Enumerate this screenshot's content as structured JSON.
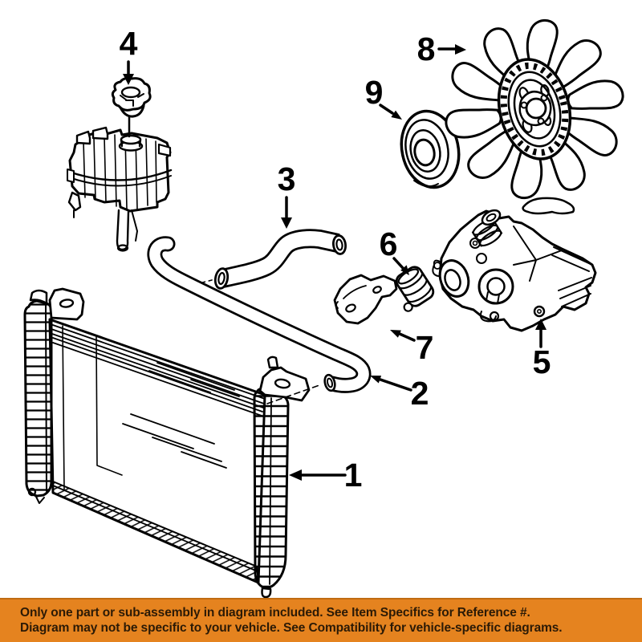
{
  "diagram": {
    "description": "Exploded parts diagram of an engine cooling system"
  },
  "callouts": [
    {
      "label": "1"
    },
    {
      "label": "2"
    },
    {
      "label": "3"
    },
    {
      "label": "4"
    },
    {
      "label": "5"
    },
    {
      "label": "6"
    },
    {
      "label": "7"
    },
    {
      "label": "8"
    },
    {
      "label": "9"
    }
  ],
  "banner": {
    "line1": "Only one part or sub-assembly in diagram included. See Item Specifics for Reference #.",
    "line2": "Diagram may not be specific to your vehicle. See Compatibility for vehicle-specific diagrams."
  },
  "colors": {
    "line": "#000000",
    "background": "#FFFFFF",
    "banner_background": "#E5831F",
    "banner_text": "#2B1A06"
  }
}
